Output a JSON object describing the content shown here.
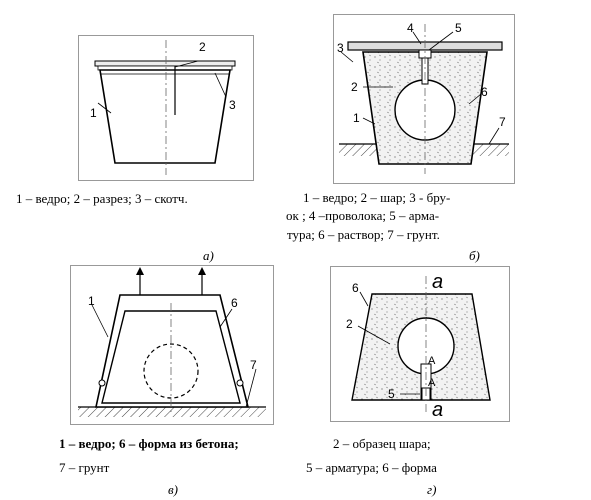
{
  "panel_a": {
    "labels": {
      "l1": "1",
      "l2": "2",
      "l3": "3"
    },
    "caption": "1 – ведро; 2 – разрез; 3 – скотч.",
    "tag": "а)"
  },
  "panel_b": {
    "labels": {
      "l1": "1",
      "l2": "2",
      "l3": "3",
      "l4": "4",
      "l5": "5",
      "l6": "6",
      "l7": "7"
    },
    "caption_line1": "1 – ведро; 2 – шар; 3 - бру-",
    "caption_line2": "ок ; 4 –проволока; 5 – арма-",
    "caption_line3": "тура; 6 – раствор; 7 – грунт.",
    "tag": "б)"
  },
  "panel_c": {
    "labels": {
      "l1": "1",
      "l6": "6",
      "l7": "7"
    },
    "caption_line1": "1 – ведро; 6 – форма из бетона;",
    "caption_line2": "7 – грунт",
    "tag": "в)"
  },
  "panel_d": {
    "labels": {
      "l2": "2",
      "l5": "5",
      "l6": "6",
      "la_top": "a",
      "la_bottom": "a",
      "lA1": "A",
      "lA2": "A"
    },
    "caption_line1": "2 – образец шара;",
    "caption_line2": "5 – арматура;  6 – форма",
    "tag": "г)"
  }
}
